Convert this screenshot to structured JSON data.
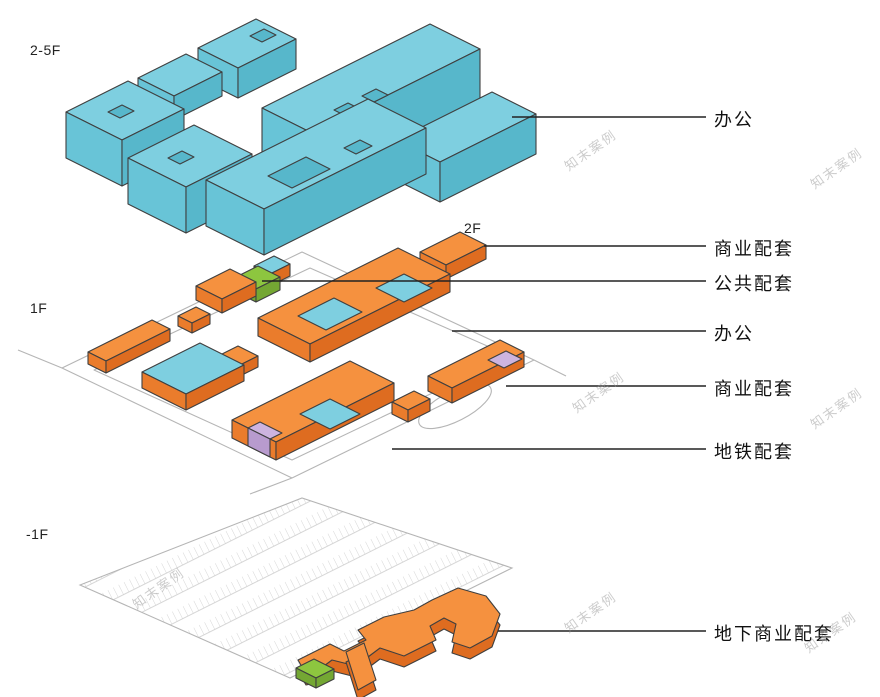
{
  "floors": [
    {
      "label": "2-5F"
    },
    {
      "label": "2F"
    },
    {
      "label": "1F"
    },
    {
      "label": "-1F"
    }
  ],
  "legend": [
    {
      "label": "办公"
    },
    {
      "label": "商业配套"
    },
    {
      "label": "公共配套"
    },
    {
      "label": "办公"
    },
    {
      "label": "商业配套"
    },
    {
      "label": "地铁配套"
    },
    {
      "label": "地下商业配套"
    }
  ],
  "watermark": {
    "text": "知末案例"
  },
  "colors": {
    "office_top": "#7ecfe0",
    "office_left": "#68c4d7",
    "office_right": "#57b7cb",
    "orange_top": "#f5913f",
    "orange_left": "#ea7c2c",
    "orange_right": "#de6c20",
    "green_top": "#8dc63f",
    "green_side": "#74a733",
    "purple_top": "#cdb4df",
    "purple_side": "#b89bce",
    "outline": "#3f3f3f",
    "road": "#b5b5b5",
    "parking": "#cccccc",
    "leader": "#222222",
    "watermark": "#9a9a9a"
  }
}
